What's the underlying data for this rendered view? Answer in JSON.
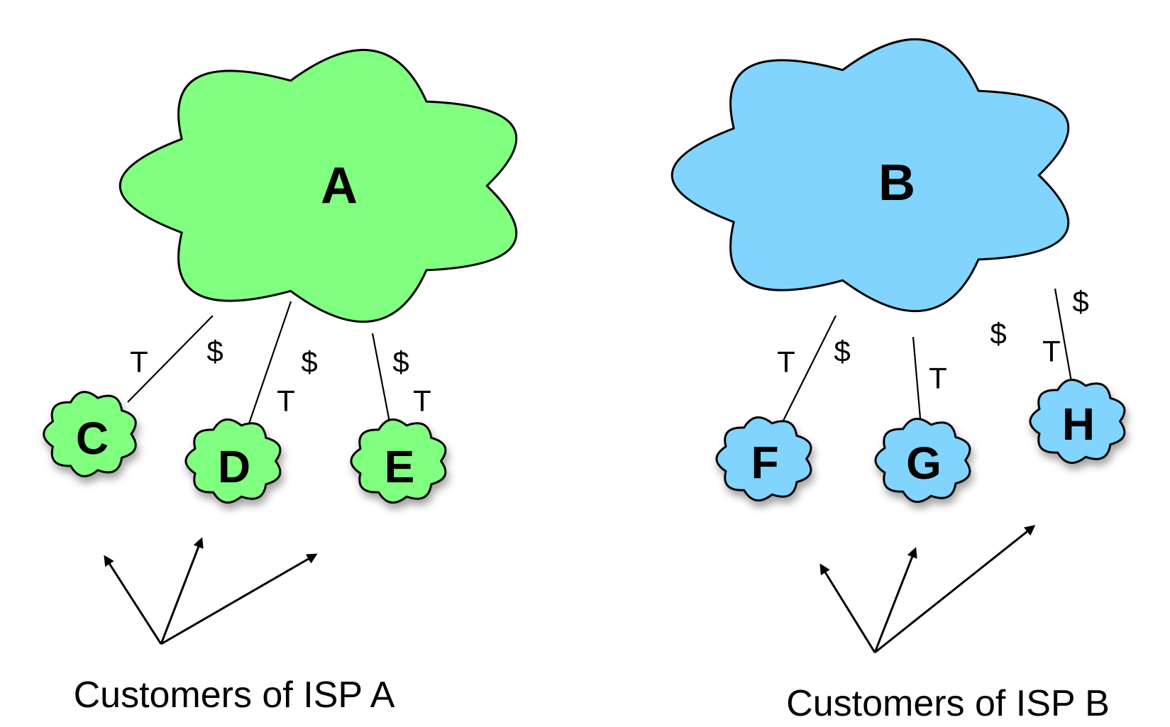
{
  "clouds": {
    "A": {
      "label": "A",
      "fill": "#80ff80"
    },
    "B": {
      "label": "B",
      "fill": "#80d4fd"
    },
    "C": {
      "label": "C",
      "fill": "#80ff80"
    },
    "D": {
      "label": "D",
      "fill": "#80ff80"
    },
    "E": {
      "label": "E",
      "fill": "#80ff80"
    },
    "F": {
      "label": "F",
      "fill": "#80d4fd"
    },
    "G": {
      "label": "G",
      "fill": "#80d4fd"
    },
    "H": {
      "label": "H",
      "fill": "#80d4fd"
    }
  },
  "links": {
    "a_c": {
      "transit": "T",
      "payment": "$"
    },
    "a_d": {
      "transit": "T",
      "payment": "$"
    },
    "a_e": {
      "transit": "T",
      "payment": "$"
    },
    "b_f": {
      "transit": "T",
      "payment": "$"
    },
    "b_g": {
      "transit": "T",
      "payment": "$"
    },
    "b_h": {
      "transit": "T",
      "payment": "$"
    }
  },
  "captions": {
    "isp_a": "Customers of ISP A",
    "isp_b": "Customers of ISP B"
  }
}
